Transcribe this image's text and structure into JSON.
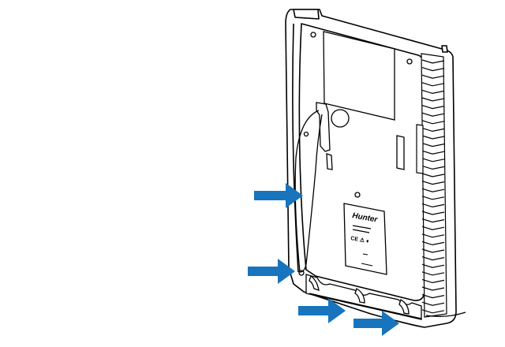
{
  "colors": {
    "arrow": "#1774bd",
    "outline": "#000000",
    "background": "#ffffff"
  },
  "label": {
    "brand": "Hunter",
    "marks": "CE ⚠ ♦"
  },
  "arrows": [
    {
      "name": "arrow-upper-left-edge",
      "direction": "right"
    },
    {
      "name": "arrow-lower-left-edge",
      "direction": "right"
    },
    {
      "name": "arrow-bottom-left",
      "direction": "right"
    },
    {
      "name": "arrow-bottom-right",
      "direction": "right"
    }
  ]
}
